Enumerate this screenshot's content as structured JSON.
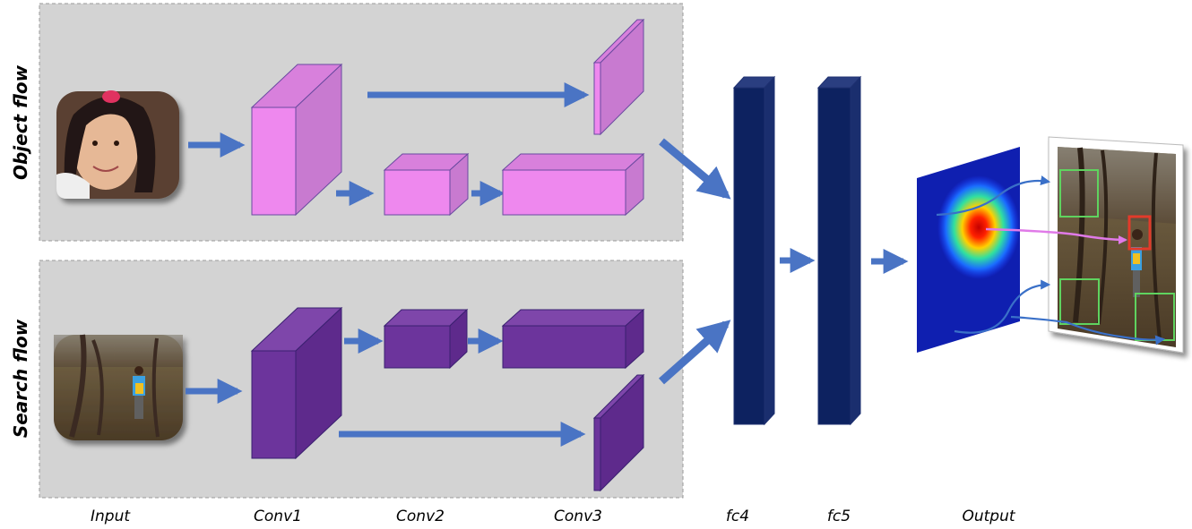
{
  "flows": {
    "object": "Object  flow",
    "search": "Search flow"
  },
  "stages": [
    "Input",
    "Conv1",
    "Conv2",
    "Conv3",
    "fc4",
    "fc5",
    "Output"
  ],
  "colors": {
    "panel_bg": "#d3d3d3",
    "object_block": "#ee88ee",
    "search_block": "#6c349c",
    "fc_block": "#0d2260",
    "arrow": "#4a74c4",
    "box_green": "#5fd35f",
    "box_red": "#e23a2a"
  },
  "icons": {
    "object_input": "child-face-photo",
    "search_input": "child-in-park-photo",
    "heatmap": "gaussian-response-heatmap",
    "output": "tracked-frame-photo"
  }
}
